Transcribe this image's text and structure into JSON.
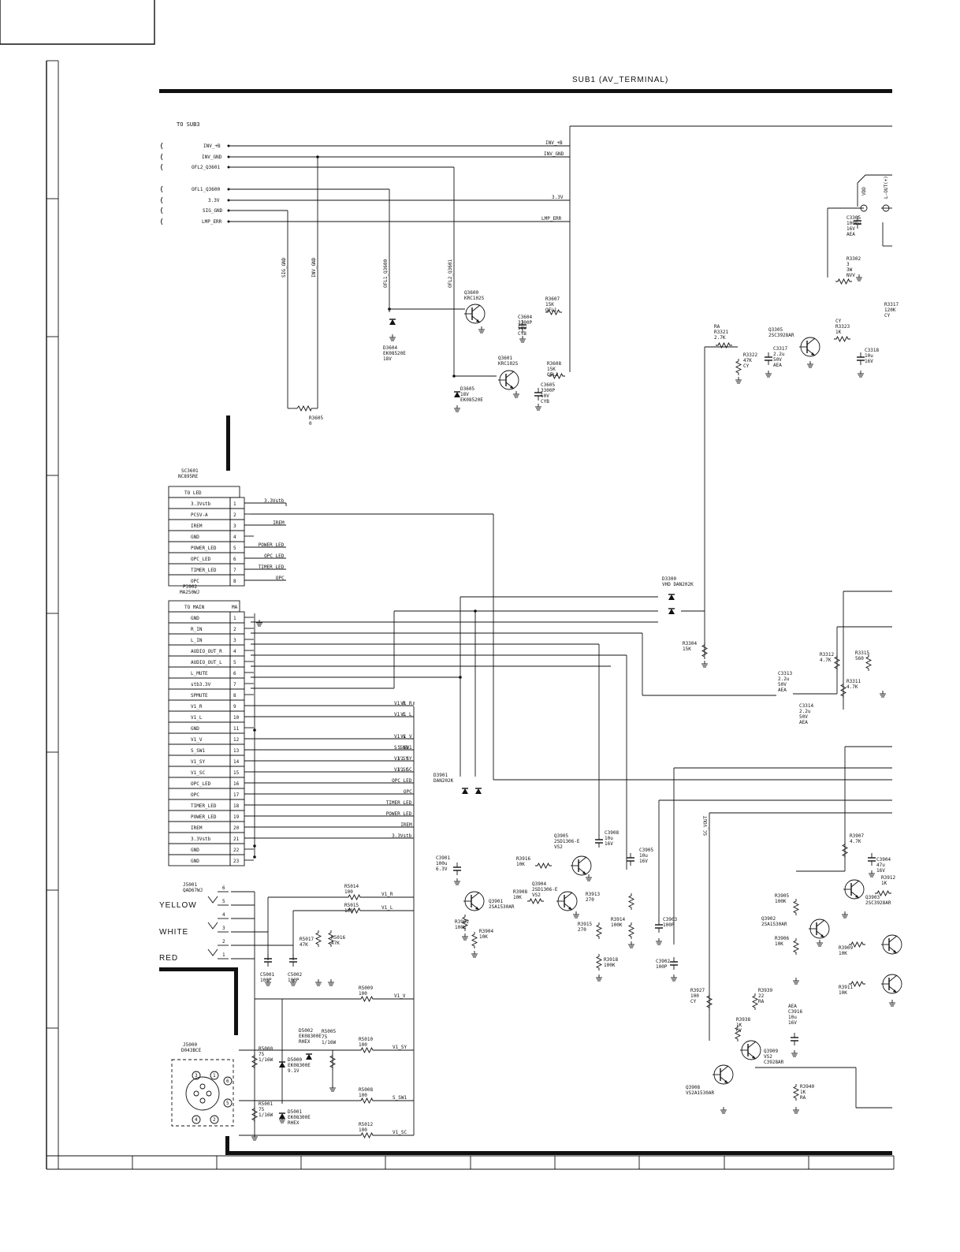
{
  "title": "SUB1 (AV_TERMINAL)",
  "to_sub3_label": "TO SUB3",
  "to_sub3_pins": [
    "INV_+B",
    "INV_GND",
    "OFL2_Q3601",
    "OFL1_Q3600",
    "3.3V",
    "SIG_GND",
    "LMP_ERR"
  ],
  "right_nets": [
    "INV_+B",
    "INV_GND",
    "3.3V",
    "LMP_ERR"
  ],
  "vertical_nets": [
    "SIG_GND",
    "INV_GND",
    "OFL1_Q3600",
    "OFL2_Q3601"
  ],
  "sc3601": {
    "ref": "SC3601",
    "part": "NC895RE",
    "header": "TO LED",
    "pins": [
      {
        "n": "1",
        "name": "3.3Vstb",
        "net": "3.3Vstb"
      },
      {
        "n": "2",
        "name": "PCSV-A",
        "net": ""
      },
      {
        "n": "3",
        "name": "IREM",
        "net": "IREM"
      },
      {
        "n": "4",
        "name": "GND",
        "net": ""
      },
      {
        "n": "5",
        "name": "POWER_LED",
        "net": "POWER_LED"
      },
      {
        "n": "6",
        "name": "OPC_LED",
        "net": "OPC_LED"
      },
      {
        "n": "7",
        "name": "TIMER_LED",
        "net": "TIMER_LED"
      },
      {
        "n": "8",
        "name": "OPC",
        "net": "OPC"
      }
    ]
  },
  "p3902": {
    "ref": "P3902",
    "part": "MA250WJ",
    "header": "TO MAIN",
    "header_right": "MA",
    "pins": [
      {
        "n": "1",
        "name": "GND",
        "net": ""
      },
      {
        "n": "2",
        "name": "R_IN",
        "net": ""
      },
      {
        "n": "3",
        "name": "L_IN",
        "net": ""
      },
      {
        "n": "4",
        "name": "AUDIO_OUT_R",
        "net": ""
      },
      {
        "n": "5",
        "name": "AUDIO_OUT_L",
        "net": ""
      },
      {
        "n": "6",
        "name": "L_MUTE",
        "net": ""
      },
      {
        "n": "7",
        "name": "stb3.3V",
        "net": ""
      },
      {
        "n": "8",
        "name": "SPMUTE",
        "net": ""
      },
      {
        "n": "9",
        "name": "V1_R",
        "net": "V1_R"
      },
      {
        "n": "10",
        "name": "V1_L",
        "net": "V1_L"
      },
      {
        "n": "11",
        "name": "GND",
        "net": ""
      },
      {
        "n": "12",
        "name": "V1_V",
        "net": "V1_V"
      },
      {
        "n": "13",
        "name": "S_SW1",
        "net": "S_SW1"
      },
      {
        "n": "14",
        "name": "V1_SY",
        "net": "V1_SY"
      },
      {
        "n": "15",
        "name": "V1_SC",
        "net": "V1_SC"
      },
      {
        "n": "16",
        "name": "OPC_LED",
        "net": "OPC_LED"
      },
      {
        "n": "17",
        "name": "OPC",
        "net": "OPC"
      },
      {
        "n": "18",
        "name": "TIMER_LED",
        "net": "TIMER_LED"
      },
      {
        "n": "19",
        "name": "POWER_LED",
        "net": "POWER_LED"
      },
      {
        "n": "20",
        "name": "IREM",
        "net": "IREM"
      },
      {
        "n": "21",
        "name": "3.3Vstb",
        "net": "3.3Vstb"
      },
      {
        "n": "22",
        "name": "GND",
        "net": ""
      },
      {
        "n": "23",
        "name": "GND",
        "net": ""
      }
    ]
  },
  "jacks": {
    "j5001": "J5001",
    "j5001_part": "QAD67WJ",
    "yellow": "YELLOW",
    "white": "WHITE",
    "red": "RED",
    "j5000": "J5000",
    "j5000_part": "D043BCE"
  },
  "components": [
    {
      "ref": "Q3600",
      "lines": [
        "Q3600",
        "KRC102S"
      ]
    },
    {
      "ref": "Q3601",
      "lines": [
        "Q3601",
        "KRC102S"
      ]
    },
    {
      "ref": "R3607",
      "lines": [
        "R3607",
        "15K",
        "OFL1"
      ]
    },
    {
      "ref": "R3608",
      "lines": [
        "R3608",
        "15K",
        "OFL2"
      ]
    },
    {
      "ref": "C3604",
      "lines": [
        "C3604",
        "3300P",
        "50V",
        "CYB"
      ]
    },
    {
      "ref": "C3605",
      "lines": [
        "C3605",
        "3300P",
        "50V",
        "CYB"
      ]
    },
    {
      "ref": "D3604",
      "lines": [
        "D3604",
        "EK08520E",
        "18V"
      ]
    },
    {
      "ref": "D3605",
      "lines": [
        "D3605",
        "18V",
        "EK08520E"
      ]
    },
    {
      "ref": "R3605",
      "lines": [
        "R3605",
        "0"
      ]
    },
    {
      "ref": "Q3305",
      "lines": [
        "Q3305",
        "2SC3928AR"
      ]
    },
    {
      "ref": "R3321",
      "lines": [
        "RA",
        "R3321",
        "2.7K"
      ]
    },
    {
      "ref": "R3322",
      "lines": [
        "R3322",
        "47K",
        "CY"
      ]
    },
    {
      "ref": "C3317",
      "lines": [
        "C3317",
        "2.2u",
        "50V",
        "AEA"
      ]
    },
    {
      "ref": "R3323",
      "lines": [
        "CY",
        "R3323",
        "1K"
      ]
    },
    {
      "ref": "C3318",
      "lines": [
        "C3318",
        "10u",
        "16V"
      ]
    },
    {
      "ref": "C3305",
      "lines": [
        "C3305",
        "1000u",
        "16V",
        "AEA"
      ]
    },
    {
      "ref": "R3302",
      "lines": [
        "R3302",
        "3",
        "3W",
        "NVV"
      ]
    },
    {
      "ref": "R3317",
      "lines": [
        "R3317",
        "120K",
        "CY"
      ]
    },
    {
      "ref": "D3300",
      "lines": [
        "D3300",
        "VHD DAN202K"
      ]
    },
    {
      "ref": "R3304",
      "lines": [
        "R3304",
        "15K"
      ]
    },
    {
      "ref": "R3312",
      "lines": [
        "R3312",
        "4.7K"
      ]
    },
    {
      "ref": "R3315",
      "lines": [
        "R3315",
        "560"
      ]
    },
    {
      "ref": "R3311",
      "lines": [
        "R3311",
        "4.7K"
      ]
    },
    {
      "ref": "C3313",
      "lines": [
        "C3313",
        "2.2u",
        "50V",
        "AEA"
      ]
    },
    {
      "ref": "C3314",
      "lines": [
        "C3314",
        "2.2u",
        "50V",
        "AEA"
      ]
    },
    {
      "ref": "D3901",
      "lines": [
        "D3901",
        "DAN202K"
      ]
    },
    {
      "ref": "C3901",
      "lines": [
        "C3901",
        "100u",
        "6.3V"
      ]
    },
    {
      "ref": "Q3901",
      "lines": [
        "Q3901",
        "2SA1530AR"
      ]
    },
    {
      "ref": "R3902",
      "lines": [
        "R3902",
        "100K"
      ]
    },
    {
      "ref": "R3904",
      "lines": [
        "R3904",
        "10K"
      ]
    },
    {
      "ref": "Q3905",
      "lines": [
        "Q3905",
        "2SD1306-E",
        "VS2"
      ]
    },
    {
      "ref": "Q3904",
      "lines": [
        "Q3904",
        "2SD1306-E",
        "VS2"
      ]
    },
    {
      "ref": "R3916",
      "lines": [
        "R3916",
        "10K"
      ]
    },
    {
      "ref": "R3908",
      "lines": [
        "R3908",
        "10K"
      ]
    },
    {
      "ref": "C3908",
      "lines": [
        "C3908",
        "10u",
        "16V"
      ]
    },
    {
      "ref": "C3905",
      "lines": [
        "C3905",
        "10u",
        "16V"
      ]
    },
    {
      "ref": "R3913",
      "lines": [
        "R3913",
        "270"
      ]
    },
    {
      "ref": "R3914",
      "lines": [
        "R3914",
        "100K"
      ]
    },
    {
      "ref": "R3915",
      "lines": [
        "R3915",
        "270"
      ]
    },
    {
      "ref": "C3903",
      "lines": [
        "C3903",
        "100P"
      ]
    },
    {
      "ref": "R3918",
      "lines": [
        "R3918",
        "100K"
      ]
    },
    {
      "ref": "C3902",
      "lines": [
        "C3902",
        "100P"
      ]
    },
    {
      "ref": "R3907",
      "lines": [
        "R3907",
        "4.7K"
      ]
    },
    {
      "ref": "C3904",
      "lines": [
        "C3904",
        "47u",
        "16V"
      ]
    },
    {
      "ref": "R3912",
      "lines": [
        "R3912",
        "1K"
      ]
    },
    {
      "ref": "Q3903",
      "lines": [
        "Q3903",
        "2SC3928AR"
      ]
    },
    {
      "ref": "R3905",
      "lines": [
        "R3905",
        "100K"
      ]
    },
    {
      "ref": "Q3902",
      "lines": [
        "Q3902",
        "2SA1530AR"
      ]
    },
    {
      "ref": "R3906",
      "lines": [
        "R3906",
        "10K"
      ]
    },
    {
      "ref": "R3909",
      "lines": [
        "R3909",
        "10K"
      ]
    },
    {
      "ref": "R3911",
      "lines": [
        "R3911",
        "10K"
      ]
    },
    {
      "ref": "R3927",
      "lines": [
        "R3927",
        "100",
        "CY"
      ]
    },
    {
      "ref": "R3939",
      "lines": [
        "R3939",
        "22",
        "RA"
      ]
    },
    {
      "ref": "C3916",
      "lines": [
        "AEA",
        "C3916",
        "10u",
        "16V"
      ]
    },
    {
      "ref": "R3938",
      "lines": [
        "R3938",
        "1K",
        "CY"
      ]
    },
    {
      "ref": "Q3909",
      "lines": [
        "Q3909",
        "VS2",
        "C3928AR"
      ]
    },
    {
      "ref": "Q3908",
      "lines": [
        "Q3908",
        "VS2A1530AR"
      ]
    },
    {
      "ref": "R3940",
      "lines": [
        "R3940",
        "1K",
        "RA"
      ]
    },
    {
      "ref": "R5014",
      "lines": [
        "R5014",
        "100"
      ]
    },
    {
      "ref": "R5015",
      "lines": [
        "R5015",
        "100"
      ]
    },
    {
      "ref": "R5017",
      "lines": [
        "R5017",
        "47K"
      ]
    },
    {
      "ref": "R5016",
      "lines": [
        "R5016",
        "47K"
      ]
    },
    {
      "ref": "C5001",
      "lines": [
        "C5001",
        "100P"
      ]
    },
    {
      "ref": "C5002",
      "lines": [
        "C5002",
        "100P"
      ]
    },
    {
      "ref": "R5009",
      "lines": [
        "R5009",
        "100"
      ]
    },
    {
      "ref": "D5002",
      "lines": [
        "D5002",
        "EK08300E",
        "RHEX"
      ]
    },
    {
      "ref": "R5005",
      "lines": [
        "R5005",
        "75",
        "1/16W"
      ]
    },
    {
      "ref": "R5010",
      "lines": [
        "R5010",
        "100"
      ]
    },
    {
      "ref": "R5000",
      "lines": [
        "R5000",
        "75",
        "1/16W"
      ]
    },
    {
      "ref": "D5000",
      "lines": [
        "D5000",
        "EK08300E",
        "9.1V"
      ]
    },
    {
      "ref": "R5008",
      "lines": [
        "R5008",
        "100"
      ]
    },
    {
      "ref": "R5001",
      "lines": [
        "R5001",
        "75",
        "1/16W"
      ]
    },
    {
      "ref": "D5001",
      "lines": [
        "D5001",
        "EK08300E",
        "RHEX"
      ]
    },
    {
      "ref": "R5012",
      "lines": [
        "R5012",
        "100"
      ]
    }
  ],
  "net_labels": {
    "v1_r": "V1_R",
    "v1_l": "V1_L",
    "v1_v": "V1_V",
    "s_sw1": "S_SW1",
    "v1_sy": "V1_SY",
    "v1_sc": "V1_SC",
    "vdd": "VDD",
    "l_out": "L-OUT(+)",
    "sc_vout": "SC_VOUT"
  },
  "pin_numbers": {
    "p1": "1",
    "p2": "2",
    "p3": "3",
    "p4": "4",
    "p5": "5",
    "p6": "6",
    "p7": "7",
    "p8": "8",
    "j2": "2",
    "j1": "1",
    "j4": "4"
  }
}
